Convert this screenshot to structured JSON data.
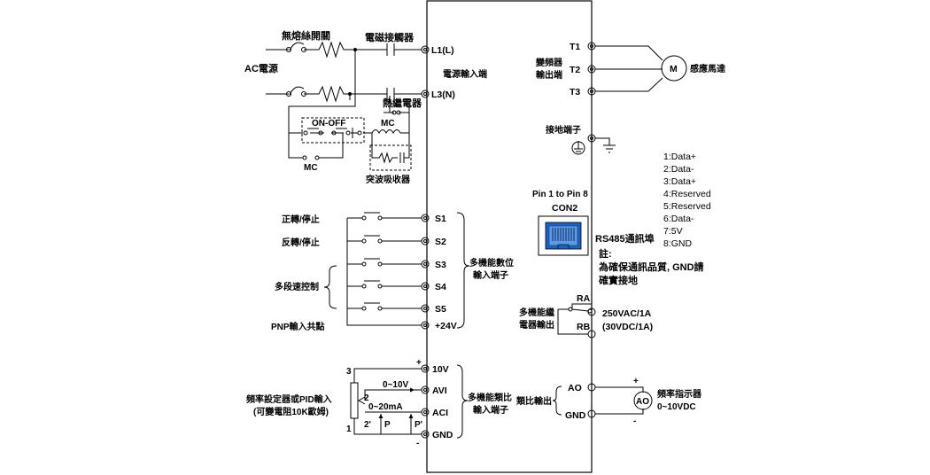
{
  "breaker": "無熔絲開關",
  "contactor": "電磁接觸器",
  "ac_power": "AC電源",
  "power_input": "電源輸入端",
  "terminals_left": {
    "l1": "L1(L)",
    "l3": "L3(N)"
  },
  "thermal_relay": "熱繼電器",
  "on_off": "ON-OFF",
  "mc_coil": "MC",
  "mc_contact": "MC",
  "surge_absorber": "突波吸收器",
  "inverter_output": [
    "變頻器",
    "輸出端"
  ],
  "terminals_out": [
    "T1",
    "T2",
    "T3"
  ],
  "motor_symbol": "M",
  "motor": "感應馬達",
  "ground_terminal": "接地端子",
  "digital": {
    "labels": [
      "正轉/停止",
      "反轉/停止",
      "多段速控制",
      "PNP輸入共點"
    ],
    "terminals": [
      "S1",
      "S2",
      "S3",
      "S4",
      "S5",
      "+24V"
    ],
    "group": [
      "多機能數位",
      "輸入端子"
    ]
  },
  "analog": {
    "terminals": [
      "10V",
      "AVI",
      "ACI",
      "GND"
    ],
    "group": [
      "多機能類比",
      "輸入端子"
    ],
    "pot_label": [
      "頻率設定器或PID輸入",
      "(可變電阻10K歐姆)"
    ],
    "pot_pins": [
      "3",
      "2",
      "1"
    ],
    "range_v": "0~10V",
    "range_ma": "0~20mA",
    "p_labels": [
      "2'",
      "P",
      "P'"
    ],
    "plus": "+",
    "minus": "-"
  },
  "rs485": {
    "pin_title": "Pin 1 to Pin 8",
    "connector": "CON2",
    "port": "RS485通訊埠",
    "note": [
      "註:",
      "為確保通訊品質, GND請",
      "確實接地"
    ],
    "pins": [
      "1:Data+",
      "2:Data-",
      "3:Data+",
      "4:Reserved",
      "5:Reserved",
      "6:Data-",
      "7:5V",
      "8:GND"
    ]
  },
  "relay": {
    "terminals": [
      "RA",
      "RB"
    ],
    "label": [
      "多機能繼",
      "電器輸出"
    ],
    "rating": [
      "250VAC/1A",
      "(30VDC/1A)"
    ]
  },
  "analog_out": {
    "terminals": [
      "AO",
      "GND"
    ],
    "label": "類比輸出",
    "meter_symbol": "AO",
    "meter_label": [
      "頻率指示器",
      "0~10VDC"
    ],
    "plus": "+",
    "minus": "-"
  }
}
